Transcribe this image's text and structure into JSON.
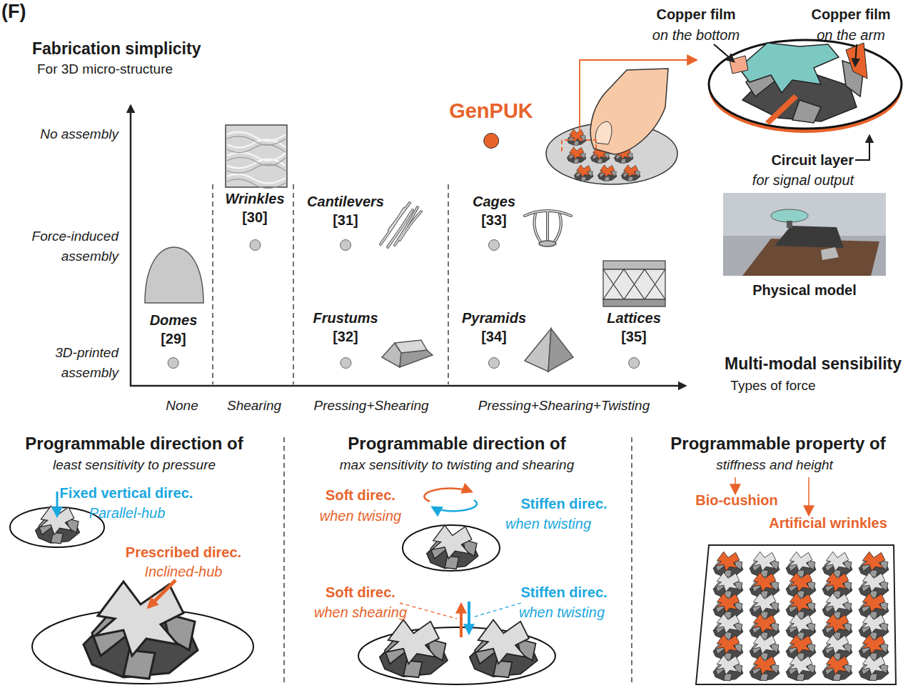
{
  "diagram": {
    "nodes": [
      {
        "text": [
          "GenPUK"
        ]
      },
      {
        "text": [
          "Wrinkles",
          "[30]"
        ]
      },
      {
        "text": [
          "Cantilevers",
          "[31]"
        ]
      },
      {
        "text": [
          "Cages",
          "[33]"
        ]
      },
      {
        "text": [
          "Domes",
          "[29]"
        ]
      },
      {
        "text": [
          "Frustums",
          "[32]"
        ]
      },
      {
        "text": [
          "Pyramids",
          "[34]"
        ]
      },
      {
        "text": [
          "Lattices",
          "[35]"
        ]
      },
      {
        "text": [
          "Physical model"
        ]
      }
    ],
    "labels": [
      "(F)",
      "Fabrication simplicity",
      "For 3D micro-structure",
      "No assembly",
      "Force-induced assembly",
      "3D-printed assembly",
      "None",
      "Shearing",
      "Pressing+Shearing",
      "Pressing+Shearing+Twisting",
      "Multi-modal sensibility",
      "Types of force",
      "Copper film",
      "on the bottom",
      "Copper film",
      "on the arm",
      "Circuit layer",
      "for signal output",
      "Programmable direction of",
      "least sensitivity to pressure",
      "Fixed vertical direc.",
      "Parallel-hub",
      "Prescribed direc.",
      "Inclined-hub",
      "Programmable direction of",
      "max sensitivity to twisting and shearing",
      "Soft direc.",
      "when twising",
      "Stiffen direc.",
      "when twisting",
      "Soft direc.",
      "when shearing",
      "Stiffen direc.",
      "when twisting",
      "Programmable property of",
      "stiffness and height",
      "Bio-cushion",
      "Artificial wrinkles"
    ]
  }
}
